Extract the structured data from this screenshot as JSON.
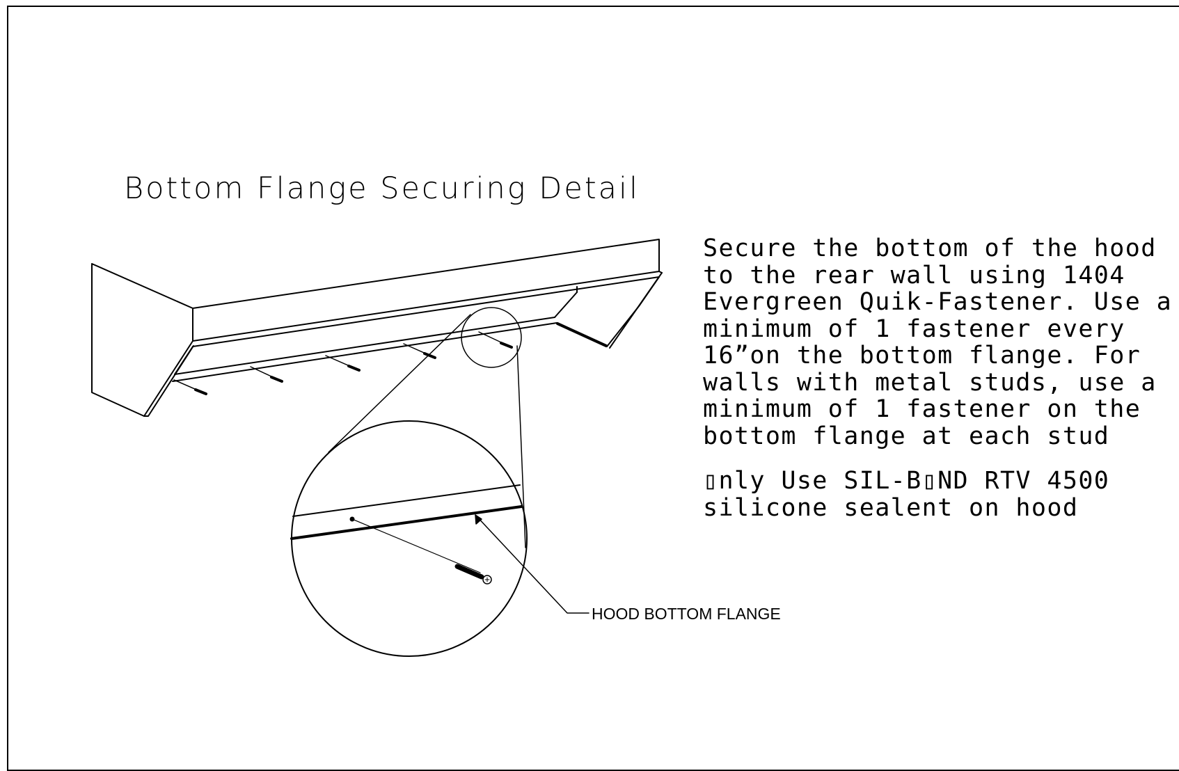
{
  "title": "Bottom Flange Securing Detail",
  "instructions": [
    "Secure the bottom of the hood",
    "to the rear wall using 1404",
    "Evergreen Quik-Fastener. Use a",
    "minimum of 1 fastener every",
    "16”on the bottom flange. For",
    "walls with metal studs, use a",
    "minimum of 1 fastener on the",
    "bottom flange at each stud"
  ],
  "sealant_note": [
    "▯nly Use SIL-B▯ND RTV 4500",
    "silicone sealent on hood"
  ],
  "callout_label": "HOOD BOTTOM FLANGE"
}
